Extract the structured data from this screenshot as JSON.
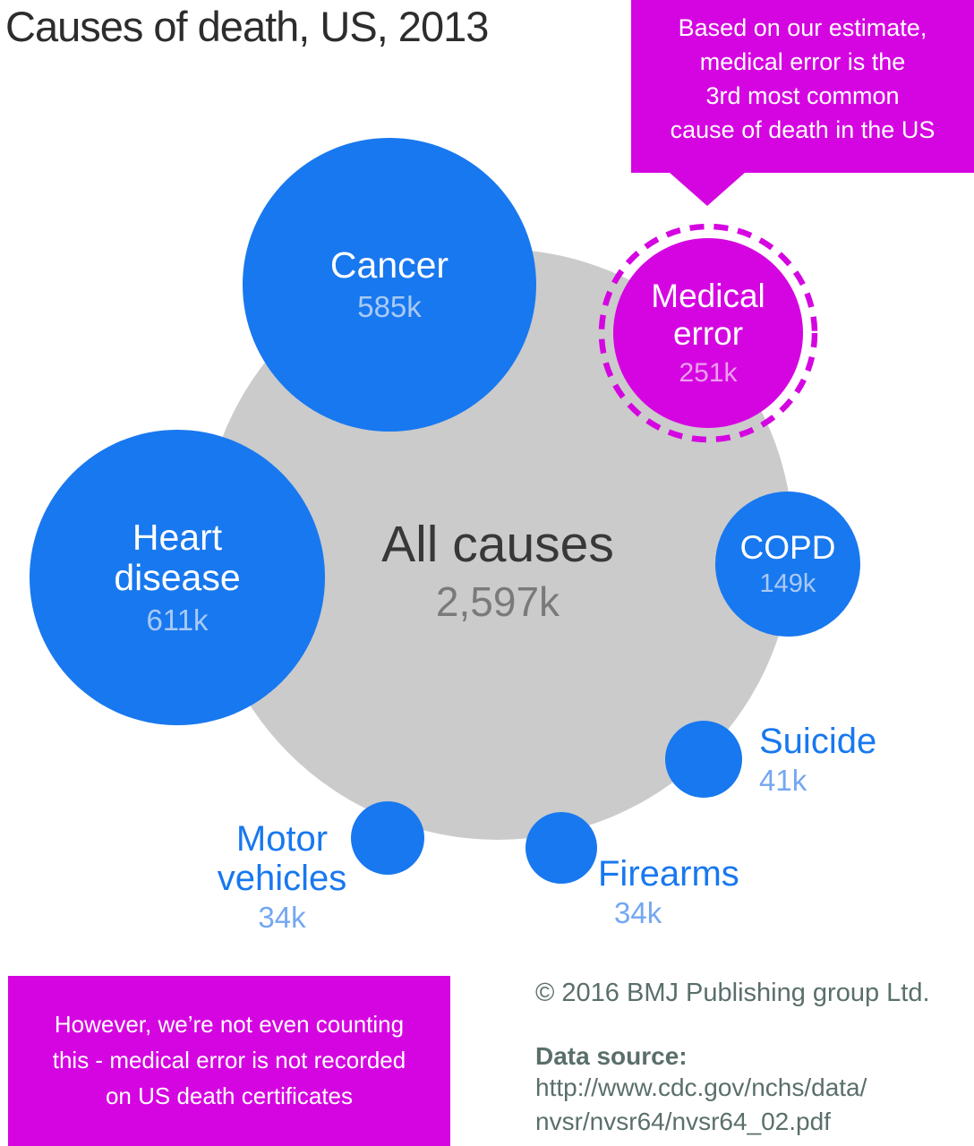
{
  "title": "Causes of death, US, 2013",
  "callout_top": {
    "lines": [
      "Based on our estimate,",
      "medical error is the",
      "3rd most common",
      "cause of death in the US"
    ]
  },
  "bubbles": {
    "all_causes": {
      "label": "All causes",
      "value": "2,597k"
    },
    "cancer": {
      "label": "Cancer",
      "value": "585k"
    },
    "heart_disease": {
      "label_line1": "Heart",
      "label_line2": "disease",
      "value": "611k"
    },
    "medical_error": {
      "label_line1": "Medical",
      "label_line2": "error",
      "value": "251k"
    },
    "copd": {
      "label": "COPD",
      "value": "149k"
    },
    "suicide": {
      "label": "Suicide",
      "value": "41k"
    },
    "motor_vehicles": {
      "label_line1": "Motor",
      "label_line2": "vehicles",
      "value": "34k"
    },
    "firearms": {
      "label": "Firearms",
      "value": "34k"
    }
  },
  "callout_bottom": {
    "lines": [
      "However, we’re not even counting",
      "this - medical error is not recorded",
      "on US death certificates"
    ]
  },
  "footer": {
    "copyright": "© 2016 BMJ Publishing group Ltd.",
    "data_source_label": "Data source:",
    "url_lines": [
      "http://www.cdc.gov/nchs/data/",
      "nvsr/nvsr64/nvsr64_02.pdf"
    ]
  },
  "colors": {
    "blue": "#1878ef",
    "magenta": "#d505e1",
    "gray_bubble": "#cbcbcb",
    "value_on_blue": "#a9c9f7",
    "value_on_magenta": "#ec9ff0",
    "value_light_blue": "#74a7f2",
    "all_causes_label": "#383838",
    "all_causes_value": "#7a7a7a",
    "title_text": "#2d2d2d",
    "footer_text": "#5a6f6b",
    "callout_text": "#ffffff"
  },
  "chart_data": {
    "type": "scatter",
    "subtype": "bubble-area-proportional",
    "title": "Causes of death, US, 2013",
    "unit": "thousands of deaths (k)",
    "legend_position": "none",
    "grid": false,
    "points": [
      {
        "label": "All causes",
        "value_k": 2597,
        "display_value": "2,597k",
        "color": "#cbcbcb",
        "role": "background-total"
      },
      {
        "label": "Heart disease",
        "value_k": 611,
        "display_value": "611k",
        "color": "#1878ef"
      },
      {
        "label": "Cancer",
        "value_k": 585,
        "display_value": "585k",
        "color": "#1878ef"
      },
      {
        "label": "Medical error",
        "value_k": 251,
        "display_value": "251k",
        "color": "#d505e1",
        "style": "dashed-outline",
        "estimated": true
      },
      {
        "label": "COPD",
        "value_k": 149,
        "display_value": "149k",
        "color": "#1878ef"
      },
      {
        "label": "Suicide",
        "value_k": 41,
        "display_value": "41k",
        "color": "#1878ef"
      },
      {
        "label": "Motor vehicles",
        "value_k": 34,
        "display_value": "34k",
        "color": "#1878ef"
      },
      {
        "label": "Firearms",
        "value_k": 34,
        "display_value": "34k",
        "color": "#1878ef"
      }
    ],
    "annotations": [
      "Based on our estimate, medical error is the 3rd most common cause of death in the US",
      "However, we’re not even counting this - medical error is not recorded on US death certificates"
    ],
    "source": "http://www.cdc.gov/nchs/data/nvsr/nvsr64/nvsr64_02.pdf",
    "copyright": "© 2016 BMJ Publishing group Ltd."
  }
}
